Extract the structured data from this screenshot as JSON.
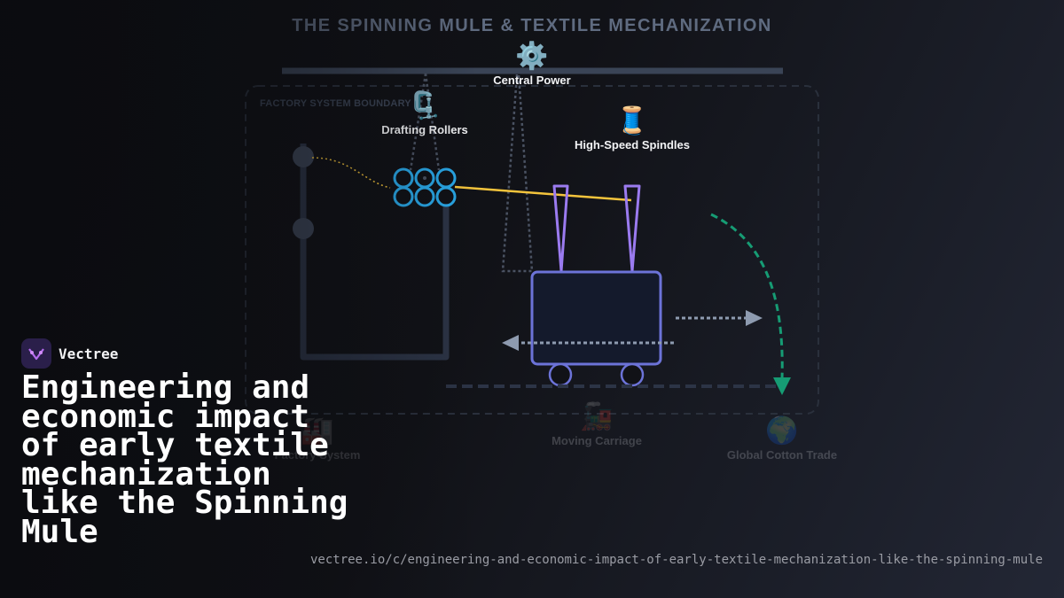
{
  "diagram": {
    "title": "THE SPINNING MULE & TEXTILE MECHANIZATION",
    "boundary_label": "FACTORY SYSTEM BOUNDARY",
    "nodes": {
      "central_power": {
        "label": "Central Power",
        "icon": "gear-icon",
        "glyph": "⚙️"
      },
      "drafting_rollers": {
        "label": "Drafting Rollers",
        "icon": "clamp-icon",
        "glyph": "🗜️"
      },
      "spindles": {
        "label": "High-Speed Spindles",
        "icon": "thread-spool-icon",
        "glyph": "🧵"
      },
      "factory": {
        "label": "Factory System",
        "icon": "factory-icon",
        "glyph": "🏭"
      },
      "carriage": {
        "label": "Moving Carriage",
        "icon": "locomotive-icon",
        "glyph": "🚂"
      },
      "trade": {
        "label": "Global Cotton Trade",
        "icon": "globe-icon",
        "glyph": "🌍"
      }
    },
    "colors": {
      "rollers": "#29a8e8",
      "yarn": "#f4c43c",
      "spindles": "#9b7bf0",
      "carriage": "#6c73d8",
      "trade_arrow": "#169c74",
      "frame": "#2c3446"
    }
  },
  "brand": {
    "name": "Vectree",
    "icon": "vectree-logo-icon"
  },
  "headline": "Engineering and economic impact of early textile mechanization like the Spinning Mule",
  "url": "vectree.io/c/engineering-and-economic-impact-of-early-textile-mechanization-like-the-spinning-mule"
}
